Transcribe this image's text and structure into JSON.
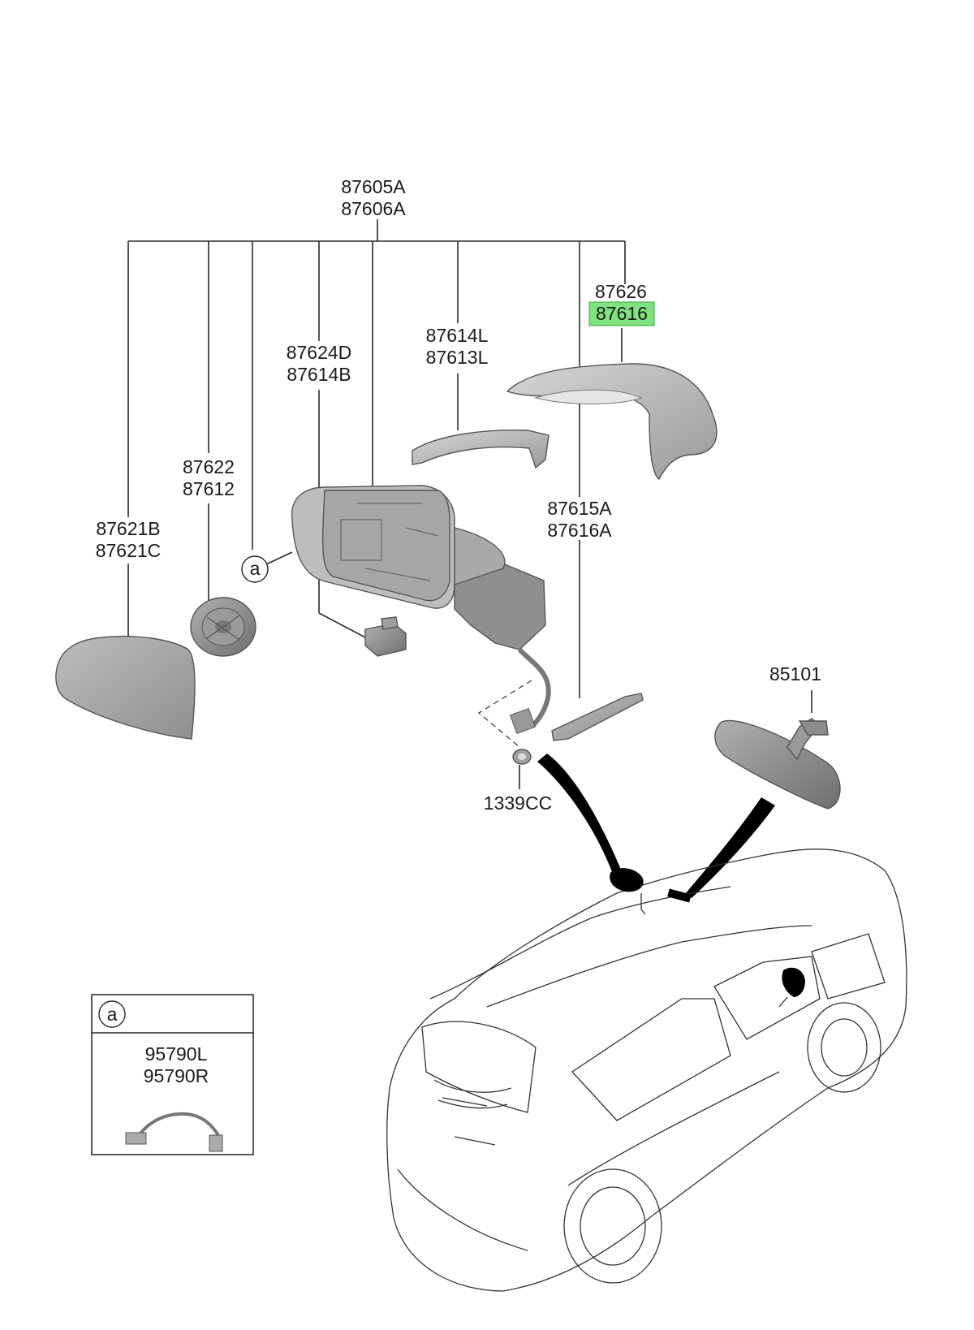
{
  "parts": {
    "main_assembly": [
      "87605A",
      "87606A"
    ],
    "cover_top": [
      "87626",
      "87616"
    ],
    "lamp_cover": [
      "87614L",
      "87613L"
    ],
    "lamp_module": [
      "87624D",
      "87614B"
    ],
    "actuator": [
      "87622",
      "87612"
    ],
    "mirror_glass": [
      "87621B",
      "87621C"
    ],
    "side_repeater": [
      "87615A",
      "87616A"
    ],
    "nut": "1339CC",
    "inside_mirror": "85101",
    "callout_letter": "a"
  },
  "detail_box": {
    "letter": "a",
    "codes": [
      "95790L",
      "95790R"
    ]
  },
  "highlight": {
    "code": "87616",
    "color": "#7ee37e"
  }
}
